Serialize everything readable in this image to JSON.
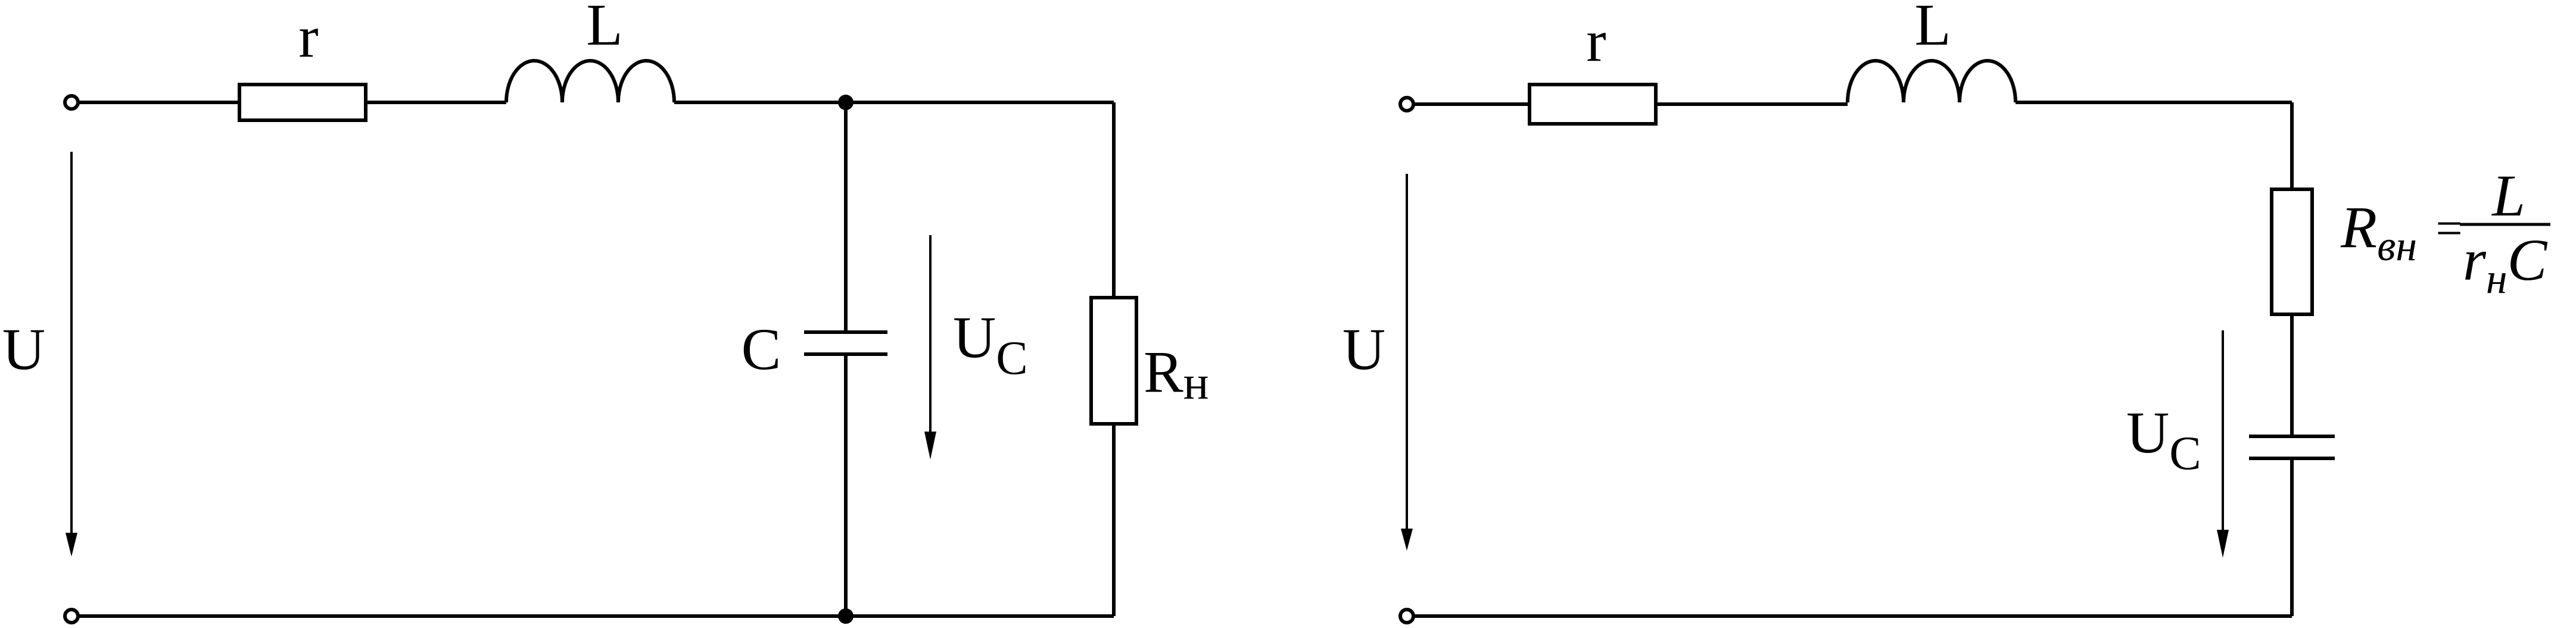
{
  "left_circuit": {
    "resistor_label": "r",
    "inductor_label": "L",
    "capacitor_label": "C",
    "voltage_label": "U",
    "cap_voltage_label": "U",
    "cap_voltage_sub": "C",
    "load_label": "R",
    "load_sub": "н"
  },
  "right_circuit": {
    "resistor_label": "r",
    "inductor_label": "L",
    "voltage_label": "U",
    "cap_voltage_label": "U",
    "cap_voltage_sub": "C",
    "rin_label": "R",
    "rin_sub": "вн",
    "equals": "=",
    "frac_num": "L",
    "frac_den_r": "r",
    "frac_den_sub": "н",
    "frac_den_c": "C"
  },
  "colors": {
    "stroke": "#000000",
    "background": "#ffffff"
  }
}
